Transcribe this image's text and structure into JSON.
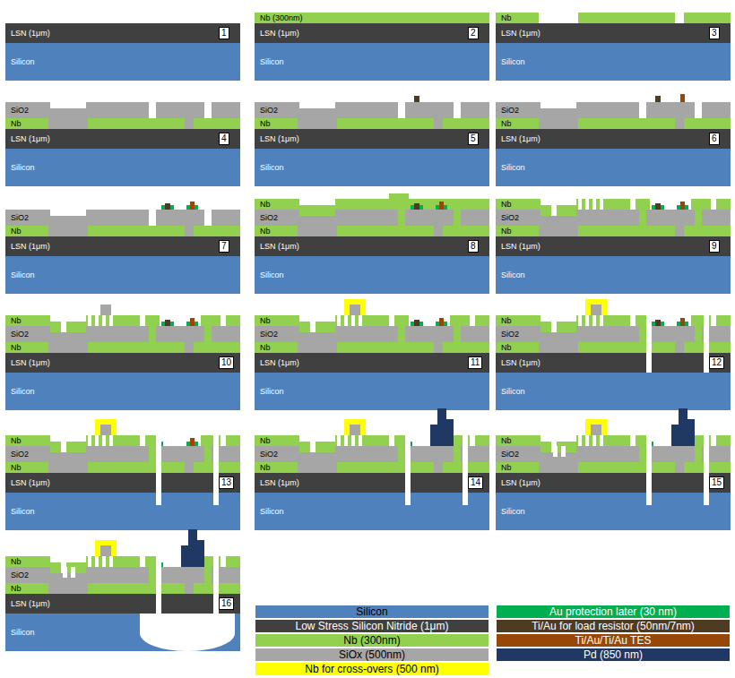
{
  "diagram": {
    "labels": [
      "LSN (1μm)",
      "Silicon",
      "1",
      "Nb (300nm)",
      "LSN (1μm)",
      "Silicon",
      "2",
      "Nb",
      "LSN (1μm)",
      "Silicon",
      "3",
      "SiO2",
      "Nb",
      "LSN (1μm)",
      "Silicon",
      "4",
      "SiO2",
      "Nb",
      "LSN (1μm)",
      "Silicon",
      "5",
      "SiO2",
      "Nb",
      "LSN (1μm)",
      "Silicon",
      "6",
      "SiO2",
      "Nb",
      "LSN (1μm)",
      "Silicon",
      "7",
      "Nb",
      "SiO2",
      "Nb",
      "LSN (1μm)",
      "Silicon",
      "8",
      "Nb",
      "SiO2",
      "Nb",
      "LSN (1μm)",
      "Silicon",
      "9",
      "Nb",
      "SiO2",
      "Nb",
      "LSN (1μm)",
      "Silicon",
      "10",
      "Nb",
      "SiO2",
      "Nb",
      "LSN (1μm)",
      "Silicon",
      "11",
      "Nb",
      "SiO2",
      "Nb",
      "LSN (1μm)",
      "Silicon",
      "12",
      "Nb",
      "SiO2",
      "Nb",
      "LSN (1μm)",
      "Silicon",
      "13",
      "Nb",
      "SiO2",
      "Nb",
      "LSN (1μm)",
      "Silicon",
      "14",
      "Nb",
      "SiO2",
      "Nb",
      "LSN (1μm)",
      "Silicon",
      "15",
      "Nb",
      "SiO2",
      "Nb",
      "LSN (1μm)",
      "Silicon",
      "16"
    ],
    "legend": [
      {
        "text": "Silicon",
        "color": "#4f81bd"
      },
      {
        "text": "Low Stress Silicon Nitride (1μm)",
        "color": "#404040"
      },
      {
        "text": "Nb (300nm)",
        "color": "#92d050"
      },
      {
        "text": "SiOx (500nm)",
        "color": "#a6a6a6"
      },
      {
        "text": "Nb for cross-overs (500 nm)",
        "color": "#ffff00"
      },
      {
        "text": "Au protection later (30 nm)",
        "color": "#00b050"
      },
      {
        "text": "Ti/Au for load resistor (50nm/7nm)",
        "color": "#4d3b22"
      },
      {
        "text": "Ti/Au/Ti/Au TES",
        "color": "#974806"
      },
      {
        "text": "Pd (850 nm)",
        "color": "#1f3864"
      }
    ]
  }
}
